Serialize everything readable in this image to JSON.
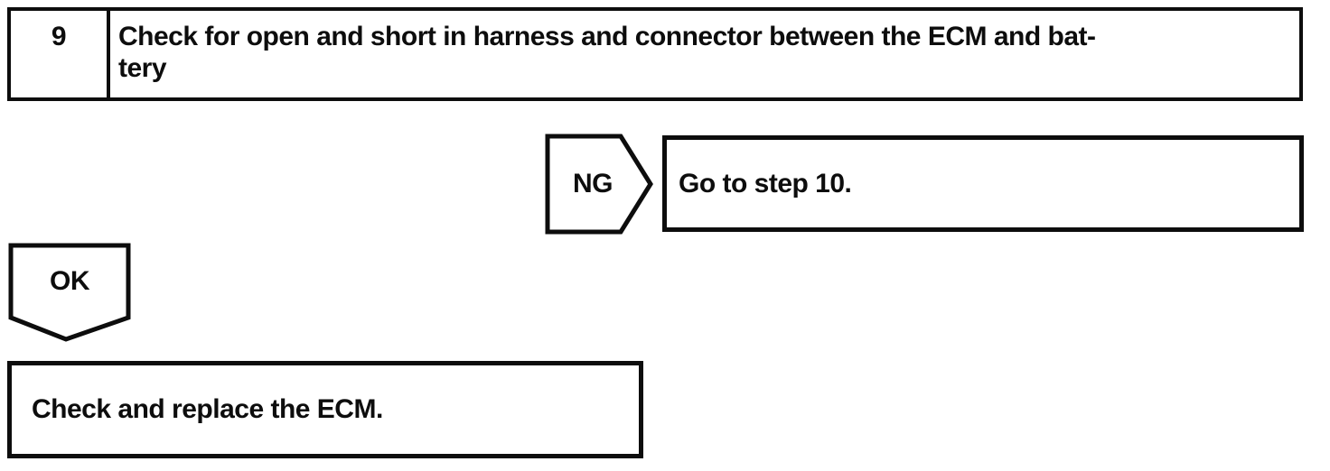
{
  "page": {
    "background_color": "#ffffff",
    "ink_color": "#0d0d0d"
  },
  "flowchart": {
    "step": {
      "number": "9",
      "instruction_line1": "Check for open and short in harness and connector between the ECM and bat-",
      "instruction_line2": "tery"
    },
    "ng_branch": {
      "label": "NG",
      "action": "Go to step 10."
    },
    "ok_branch": {
      "label": "OK",
      "action": "Check and replace the ECM."
    }
  }
}
